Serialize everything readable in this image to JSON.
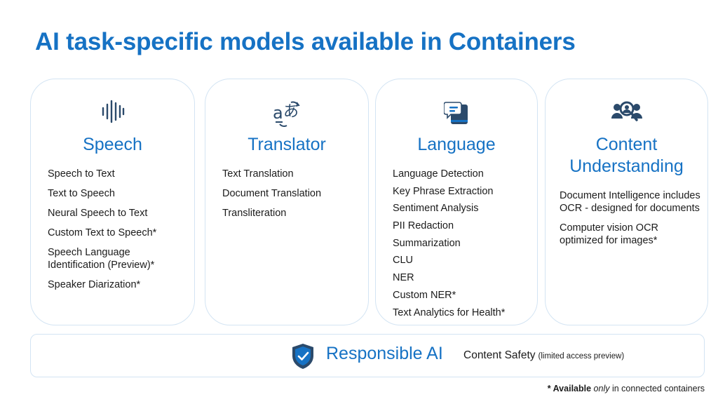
{
  "title": "AI task-specific models available in Containers",
  "colors": {
    "accent": "#1672c4",
    "icon_dark": "#2b4a6b",
    "border": "#d3e4f3"
  },
  "cards": [
    {
      "icon": "sound-wave-icon",
      "heading": "Speech",
      "items": [
        "Speech to Text",
        "Text to Speech",
        "Neural Speech to Text",
        "Custom Text to Speech*",
        "Speech Language Identification (Preview)*",
        "Speaker Diarization*"
      ]
    },
    {
      "icon": "translate-icon",
      "heading": "Translator",
      "items": [
        "Text Translation",
        "Document Translation",
        "Transliteration"
      ]
    },
    {
      "icon": "language-chat-icon",
      "heading": "Language",
      "items": [
        "Language Detection",
        "Key Phrase Extraction",
        "Sentiment Analysis",
        "PII Redaction",
        "Summarization",
        "CLU",
        "NER",
        "Custom NER*",
        "Text Analytics for Health*"
      ]
    },
    {
      "icon": "people-search-icon",
      "heading_line1": "Content",
      "heading_line2": "Understanding",
      "items": [
        "Document Intelligence includes OCR -  designed for documents",
        "Computer vision OCR optimized for images*"
      ]
    }
  ],
  "responsible_ai": {
    "icon": "shield-check-icon",
    "title": "Responsible AI",
    "item": "Content Safety",
    "note": "(limited access preview)"
  },
  "footnote": {
    "prefix": "* Available",
    "emphasis": "only",
    "suffix": "in connected containers"
  }
}
